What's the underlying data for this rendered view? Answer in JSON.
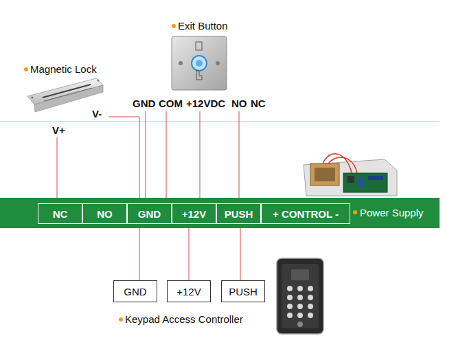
{
  "diagram": {
    "nodes": [
      {
        "text": [
          "Power Supply"
        ]
      },
      {
        "text": [
          "NC"
        ],
        "in": 0
      },
      {
        "text": [
          "NO"
        ],
        "in": 0
      },
      {
        "text": [
          "GND"
        ],
        "in": 0
      },
      {
        "text": [
          "+12V"
        ],
        "in": 0
      },
      {
        "text": [
          "PUSH"
        ],
        "in": 0
      },
      {
        "text": [
          "+ CONTROL -"
        ],
        "in": 0
      },
      {
        "text": [
          "GND"
        ]
      },
      {
        "text": [
          "+12V"
        ]
      },
      {
        "text": [
          "PUSH"
        ]
      }
    ],
    "edges": [
      {
        "from": 3,
        "to": 7,
        "arrow": "none"
      },
      {
        "from": 4,
        "to": 8,
        "arrow": "none"
      },
      {
        "from": 5,
        "to": 9,
        "arrow": "none"
      }
    ],
    "labels": [
      "Magnetic Lock",
      "Exit Button",
      "GND",
      "COM",
      "+12VDC",
      "NO",
      "NC",
      "V+",
      "V-",
      "Keypad Access Controller"
    ]
  }
}
